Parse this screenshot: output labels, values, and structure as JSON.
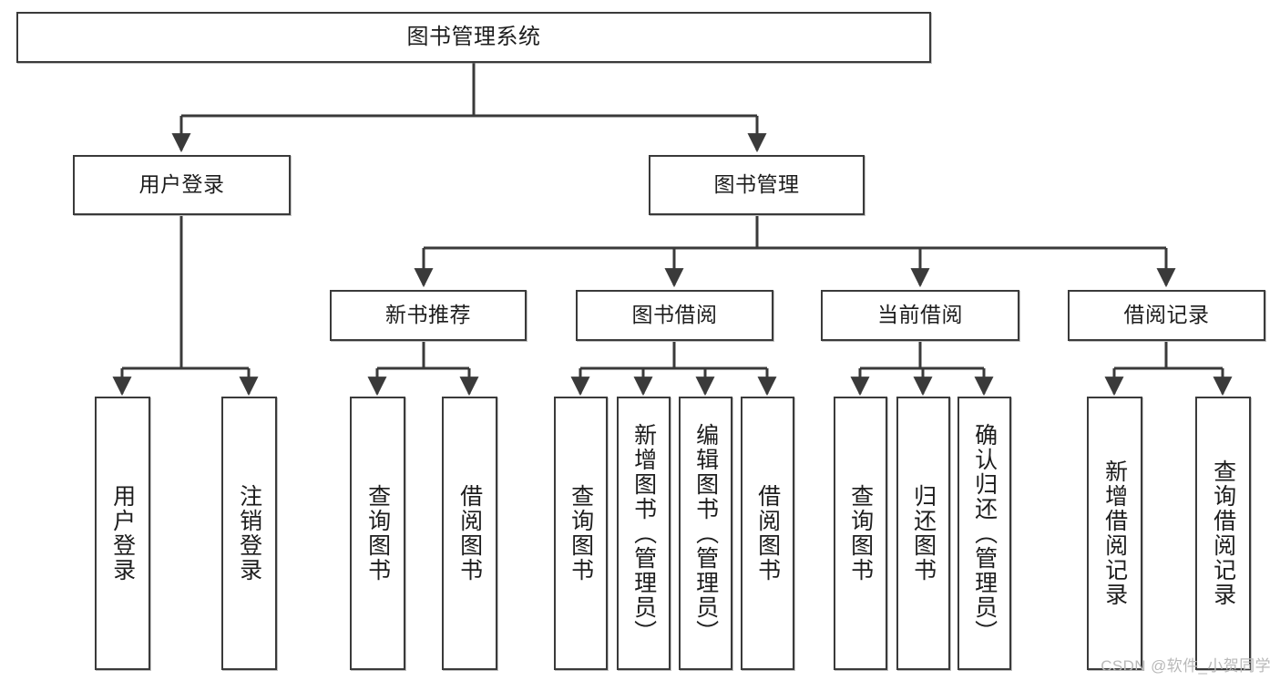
{
  "diagram": {
    "title": "图书管理系统",
    "type": "tree-hierarchy",
    "watermark": "CSDN @软件_小贺同学",
    "colors": {
      "background": "#ffffff",
      "box_border": "#3a3a3a",
      "box_fill": "#ffffff",
      "text": "#1d1d1d",
      "edge": "#3a3a3a",
      "watermark": "#b9b9b9"
    }
  },
  "nodes": {
    "root": {
      "label": "图书管理系统",
      "level": 1
    },
    "level2": [
      {
        "id": "user-login",
        "label": "用户登录"
      },
      {
        "id": "book-manage",
        "label": "图书管理"
      }
    ],
    "level3": [
      {
        "id": "new-book-recommend",
        "label": "新书推荐"
      },
      {
        "id": "book-borrow",
        "label": "图书借阅"
      },
      {
        "id": "current-borrow",
        "label": "当前借阅"
      },
      {
        "id": "borrow-record",
        "label": "借阅记录"
      }
    ],
    "leaves": [
      {
        "id": "leaf-user-login",
        "label": "用户登录",
        "parent": "user-login"
      },
      {
        "id": "leaf-logout-login",
        "label": "注销登录",
        "parent": "user-login"
      },
      {
        "id": "leaf-query-book-1",
        "label": "查询图书",
        "parent": "new-book-recommend"
      },
      {
        "id": "leaf-borrow-book-1",
        "label": "借阅图书",
        "parent": "new-book-recommend"
      },
      {
        "id": "leaf-query-book-2",
        "label": "查询图书",
        "parent": "book-borrow"
      },
      {
        "id": "leaf-add-book",
        "label": "新增图书（管理员）",
        "parent": "book-borrow"
      },
      {
        "id": "leaf-edit-book",
        "label": "编辑图书（管理员）",
        "parent": "book-borrow"
      },
      {
        "id": "leaf-borrow-book-2",
        "label": "借阅图书",
        "parent": "book-borrow"
      },
      {
        "id": "leaf-query-book-3",
        "label": "查询图书",
        "parent": "current-borrow"
      },
      {
        "id": "leaf-return-book",
        "label": "归还图书",
        "parent": "current-borrow"
      },
      {
        "id": "leaf-confirm-return",
        "label": "确认归还（管理员）",
        "parent": "current-borrow"
      },
      {
        "id": "leaf-add-record",
        "label": "新增借阅记录",
        "parent": "borrow-record"
      },
      {
        "id": "leaf-query-record",
        "label": "查询借阅记录",
        "parent": "borrow-record"
      }
    ]
  }
}
